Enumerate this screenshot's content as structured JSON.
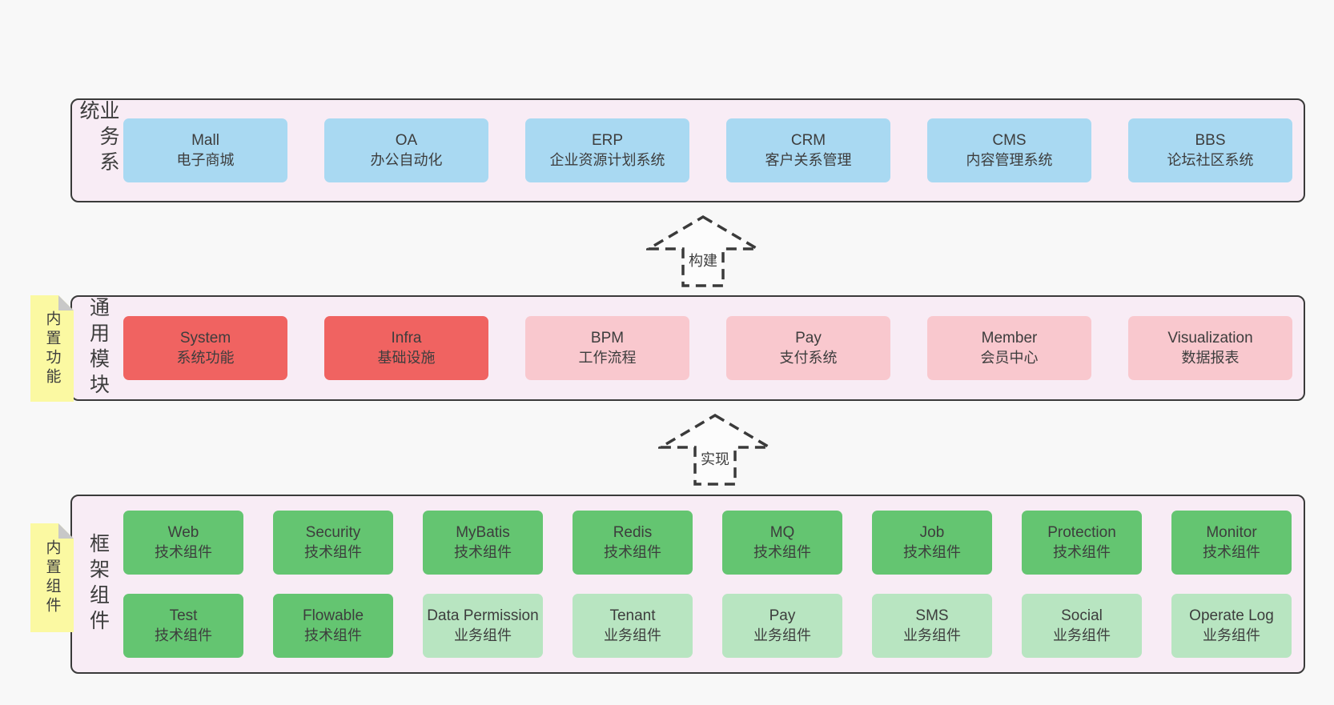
{
  "colors": {
    "page_bg": "#f8f8f8",
    "panel_bg": "#f8ecf5",
    "line": "#3a3a3a",
    "text": "#3d3d3d",
    "blue": "#a9d9f2",
    "red": "#f06361",
    "pink": "#f9c8ce",
    "green": "#64c571",
    "green_light": "#b8e5c1",
    "note_yellow": "#fbf9a2",
    "note_fold": "#c8c8c8",
    "arrow_fill": "#fcfcfc"
  },
  "diagram": {
    "layers": [
      {
        "label": "业务系统",
        "boxes": [
          {
            "name": "Mall",
            "sub": "电子商城"
          },
          {
            "name": "OA",
            "sub": "办公自动化"
          },
          {
            "name": "ERP",
            "sub": "企业资源计划系统"
          },
          {
            "name": "CRM",
            "sub": "客户关系管理"
          },
          {
            "name": "CMS",
            "sub": "内容管理系统"
          },
          {
            "name": "BBS",
            "sub": "论坛社区系统"
          }
        ]
      },
      {
        "label": "通用模块",
        "boxes": [
          {
            "name": "System",
            "sub": "系统功能"
          },
          {
            "name": "Infra",
            "sub": "基础设施"
          },
          {
            "name": "BPM",
            "sub": "工作流程"
          },
          {
            "name": "Pay",
            "sub": "支付系统"
          },
          {
            "name": "Member",
            "sub": "会员中心"
          },
          {
            "name": "Visualization",
            "sub": "数据报表"
          }
        ]
      },
      {
        "label": "框架组件",
        "rows": [
          [
            {
              "name": "Web",
              "sub": "技术组件"
            },
            {
              "name": "Security",
              "sub": "技术组件"
            },
            {
              "name": "MyBatis",
              "sub": "技术组件"
            },
            {
              "name": "Redis",
              "sub": "技术组件"
            },
            {
              "name": "MQ",
              "sub": "技术组件"
            },
            {
              "name": "Job",
              "sub": "技术组件"
            },
            {
              "name": "Protection",
              "sub": "技术组件"
            },
            {
              "name": "Monitor",
              "sub": "技术组件"
            }
          ],
          [
            {
              "name": "Test",
              "sub": "技术组件"
            },
            {
              "name": "Flowable",
              "sub": "技术组件"
            },
            {
              "name": "Data Permission",
              "sub": "业务组件"
            },
            {
              "name": "Tenant",
              "sub": "业务组件"
            },
            {
              "name": "Pay",
              "sub": "业务组件"
            },
            {
              "name": "SMS",
              "sub": "业务组件"
            },
            {
              "name": "Social",
              "sub": "业务组件"
            },
            {
              "name": "Operate Log",
              "sub": "业务组件"
            }
          ]
        ]
      }
    ],
    "arrows": [
      {
        "label": "构建"
      },
      {
        "label": "实现"
      }
    ],
    "notes": [
      {
        "label": "内置功能"
      },
      {
        "label": "内置组件"
      }
    ]
  }
}
